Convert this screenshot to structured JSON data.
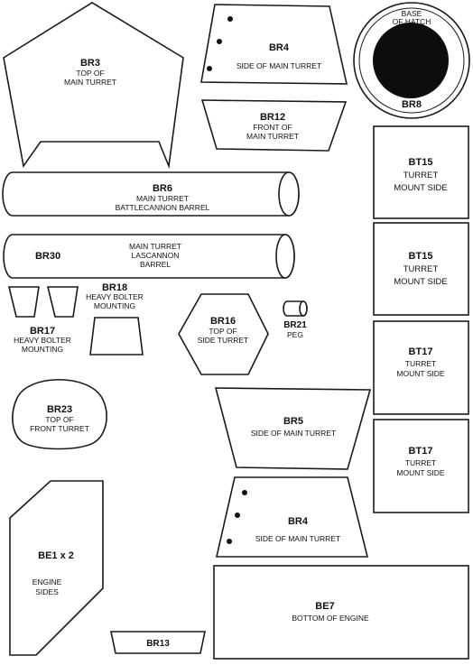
{
  "parts": {
    "br3": {
      "code": "BR3",
      "lines": [
        "TOP OF",
        "MAIN TURRET"
      ]
    },
    "br4_top": {
      "code": "BR4",
      "lines": [
        "SIDE OF MAIN TURRET"
      ]
    },
    "br8": {
      "code": "BR8",
      "lines": [
        "BASE",
        "OF HATCH"
      ]
    },
    "br12": {
      "code": "BR12",
      "lines": [
        "FRONT OF",
        "MAIN TURRET"
      ]
    },
    "bt15_a": {
      "code": "BT15",
      "lines": [
        "TURRET",
        "MOUNT SIDE"
      ]
    },
    "br6": {
      "code": "BR6",
      "lines": [
        "MAIN TURRET",
        "BATTLECANNON BARREL"
      ]
    },
    "bt15_b": {
      "code": "BT15",
      "lines": [
        "TURRET",
        "MOUNT SIDE"
      ]
    },
    "br30": {
      "code": "BR30",
      "lines": [
        "MAIN TURRET",
        "LASCANNON",
        "BARREL"
      ]
    },
    "br18": {
      "code": "BR18",
      "lines": [
        "HEAVY BOLTER",
        "MOUNTING"
      ]
    },
    "br17": {
      "code": "BR17",
      "lines": [
        "HEAVY BOLTER",
        "MOUNTING"
      ]
    },
    "br16": {
      "code": "BR16",
      "lines": [
        "TOP OF",
        "SIDE TURRET"
      ]
    },
    "br21": {
      "code": "BR21",
      "lines": [
        "PEG"
      ]
    },
    "bt17_a": {
      "code": "BT17",
      "lines": [
        "TURRET",
        "MOUNT SIDE"
      ]
    },
    "br23": {
      "code": "BR23",
      "lines": [
        "TOP OF",
        "FRONT TURRET"
      ]
    },
    "br5": {
      "code": "BR5",
      "lines": [
        "SIDE OF MAIN TURRET"
      ]
    },
    "bt17_b": {
      "code": "BT17",
      "lines": [
        "TURRET",
        "MOUNT SIDE"
      ]
    },
    "br4_bottom": {
      "code": "BR4",
      "lines": [
        "SIDE OF MAIN TURRET"
      ]
    },
    "be1": {
      "code": "BE1 x 2",
      "lines": [
        "ENGINE",
        "SIDES"
      ]
    },
    "be7": {
      "code": "BE7",
      "lines": [
        "BOTTOM OF ENGINE"
      ]
    },
    "br13": {
      "code": "BR13",
      "lines": []
    }
  }
}
